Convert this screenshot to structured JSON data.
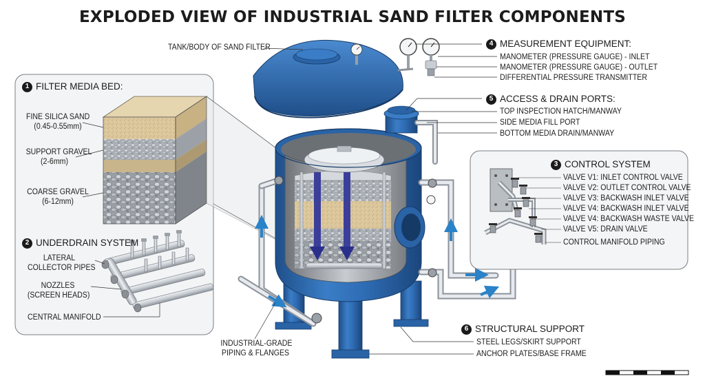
{
  "title": "EXPLODED VIEW OF INDUSTRIAL SAND FILTER COMPONENTS",
  "tank_label": "TANK/BODY OF SAND FILTER",
  "filter_media": {
    "number": "1",
    "heading": "FILTER MEDIA BED:",
    "layers": [
      {
        "name": "FINE SILICA SAND",
        "size": "(0.45-0.55mm)"
      },
      {
        "name": "SUPPORT GRAVEL",
        "size": "(2-6mm)"
      },
      {
        "name": "COARSE GRAVEL",
        "size": "(6-12mm)"
      }
    ]
  },
  "underdrain": {
    "number": "2",
    "heading": "UNDERDRAIN SYSTEM",
    "labels": [
      {
        "line1": "LATERAL",
        "line2": "COLLECTOR PIPES"
      },
      {
        "line1": "NOZZLES",
        "line2": "(SCREEN HEADS)"
      },
      {
        "line1": "CENTRAL MANIFOLD",
        "line2": ""
      }
    ]
  },
  "control": {
    "number": "3",
    "heading": "CONTROL SYSTEM",
    "items": [
      "VALVE V1: INLET CONTROL VALVE",
      "VALVE V2: OUTLET CONTROL VALVE",
      "VALVE V3: BACKWASH INLET VALVE",
      "VALVE V4: BACKWASH INLET VALVE",
      "VALVE V4: BACKWASH WASTE VALVE",
      "VALVE V5: DRAIN VALVE",
      "CONTROL MANIFOLD PIPING"
    ]
  },
  "measurement": {
    "number": "4",
    "heading": "MEASUREMENT EQUIPMENT:",
    "items": [
      "MANOMETER (PRESSURE GAUGE) - INLET",
      "MANOMETER (PRESSURE GAUGE) - OUTLET",
      "DIFFERENTIAL PRESSURE TRANSMITTER"
    ]
  },
  "access": {
    "number": "5",
    "heading": "ACCESS & DRAIN PORTS:",
    "items": [
      "TOP INSPECTION HATCH/MANWAY",
      "SIDE MEDIA FILL PORT",
      "BOTTOM MEDIA DRAIN/MANWAY"
    ]
  },
  "structural": {
    "number": "6",
    "heading": "STRUCTURAL SUPPORT",
    "items": [
      "STEEL LEGS/SKIRT SUPPORT",
      "ANCHOR PLATES/BASE FRAME"
    ]
  },
  "piping_label": {
    "line1": "INDUSTRIAL-GRADE",
    "line2": "PIPING & FLANGES"
  },
  "colors": {
    "tank_blue": "#2f6db5",
    "tank_dark": "#1f4f8a",
    "sand": "#d8c49a",
    "gravel": "#b7bcc2",
    "arrow_navy": "#2b2f8c",
    "flow_arrow": "#2a82c8",
    "steel": "#c9ced4"
  },
  "icons": [
    "pressure-gauge-icon",
    "valve-icon",
    "flow-arrow-icon",
    "scale-bar-icon"
  ]
}
